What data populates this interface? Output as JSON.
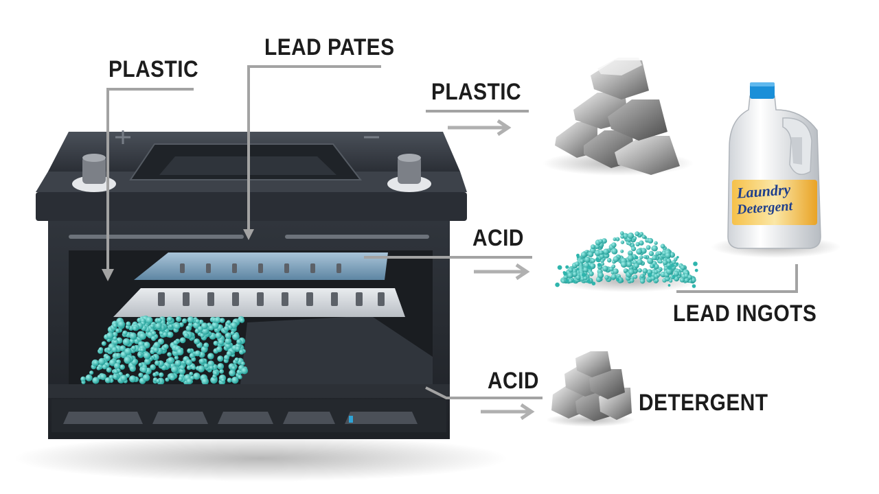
{
  "labels": {
    "plastic_left": "PLASTIC",
    "lead_plates": "LEAD PATES",
    "plastic_right": "PLASTIC",
    "acid_middle": "ACID",
    "lead_ingots": "LEAD INGOTS",
    "acid_bottom": "ACID",
    "detergent": "DETERGENT"
  },
  "bottle": {
    "line1": "Laundry",
    "line2": "Detergent"
  },
  "colors": {
    "battery_body": "#2b2f36",
    "battery_top": "#3a3f47",
    "pellets": "#2fb5ad",
    "leader_line": "#9a9a9a",
    "arrow": "#a8a8a8",
    "bottle_cap": "#1a8fd8",
    "bottle_label": "#f2b632"
  }
}
